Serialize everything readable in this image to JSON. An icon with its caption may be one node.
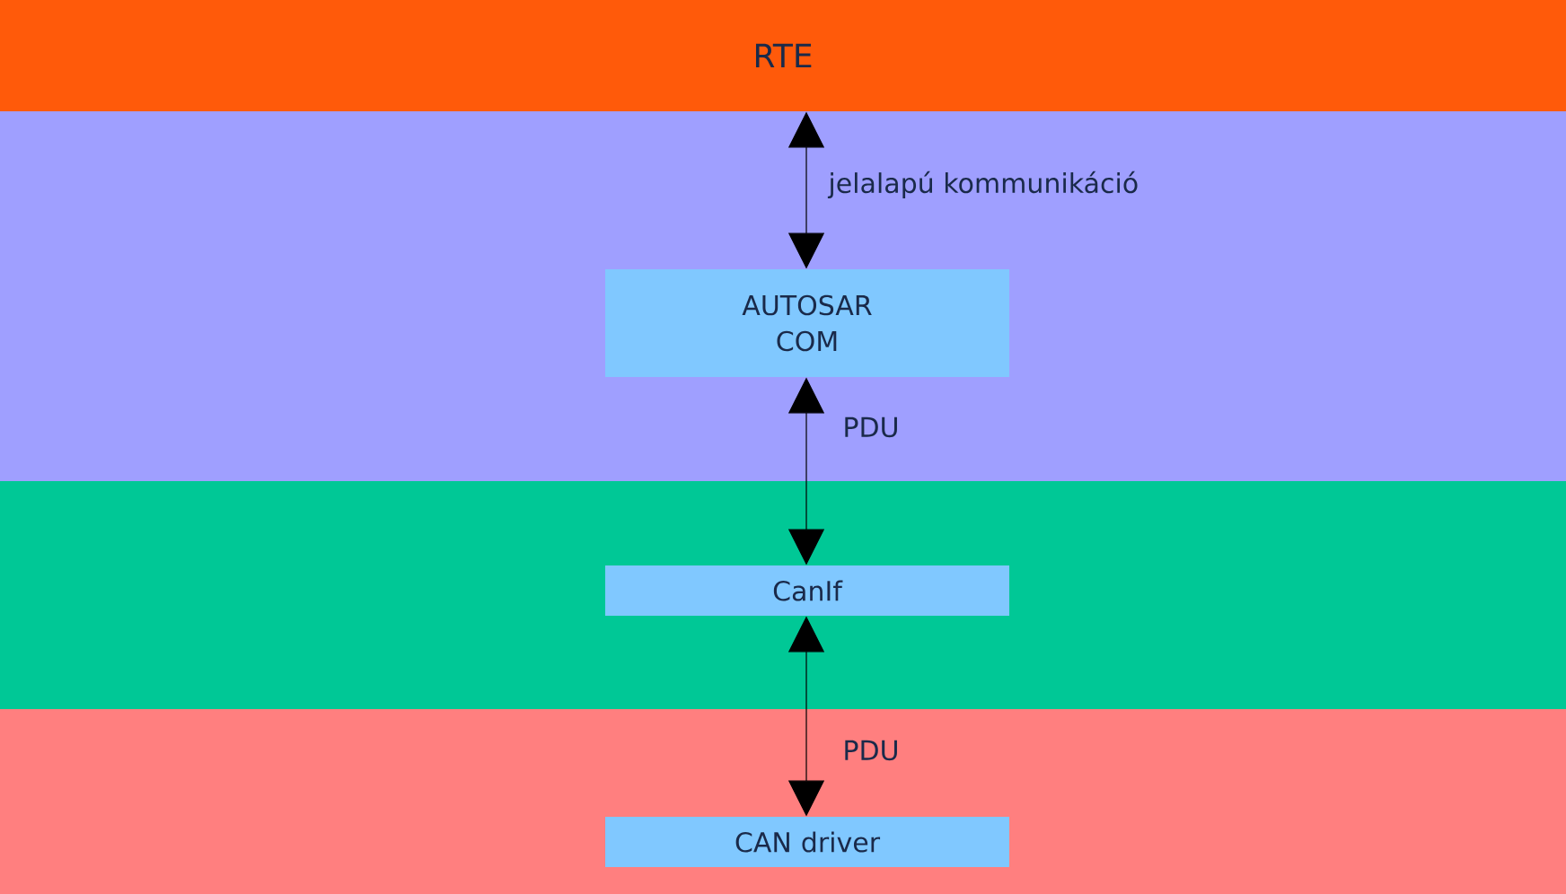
{
  "diagram": {
    "nodes": [
      {
        "text": [
          "RTE"
        ]
      },
      {
        "text": [],
        "shape": "box"
      },
      {
        "text": [
          "AUTOSAR COM"
        ],
        "in": 1
      },
      {
        "text": [],
        "shape": "box"
      },
      {
        "text": [
          "CanIf"
        ],
        "in": 3
      },
      {
        "text": [],
        "shape": "box"
      },
      {
        "text": [
          "CAN driver"
        ],
        "in": 5
      }
    ],
    "edges": [
      {
        "from": 0,
        "to": 2,
        "arrow": "both",
        "label": "jelalapú kommunikáció"
      },
      {
        "from": 2,
        "to": 4,
        "arrow": "both",
        "label": "PDU"
      },
      {
        "from": 4,
        "to": 6,
        "arrow": "both",
        "label": "PDU"
      }
    ]
  }
}
